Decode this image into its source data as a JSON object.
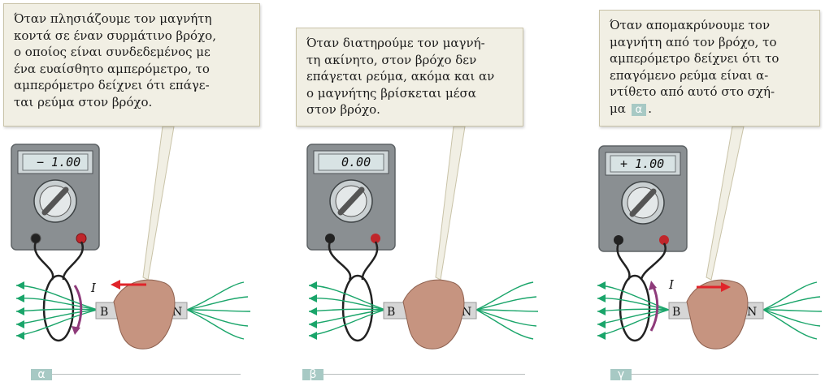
{
  "panels": [
    {
      "id": "a",
      "label": "α",
      "caption_lines": [
        "Όταν πλησιάζουμε τον μαγνήτη",
        "κοντά σε έναν συρμάτινο βρόχο,",
        "ο οποίος είναι συνδεδεμένος με",
        "ένα ευαίσθητο αμπερόμετρο, το",
        "αμπερόμετρο δείχνει ότι επάγε-",
        "ται ρεύμα στον βρόχο."
      ],
      "meter_reading": "− 1.00",
      "current_label": "I",
      "north_label": "N",
      "south_label": "B",
      "motion": "toward loop"
    },
    {
      "id": "b",
      "label": "β",
      "caption_lines": [
        "Όταν διατηρούμε τον μαγνή-",
        "τη ακίνητο, στον βρόχο δεν",
        "επάγεται ρεύμα, ακόμα και αν",
        "ο μαγνήτης βρίσκεται μέσα",
        "στον βρόχο."
      ],
      "meter_reading": "0.00",
      "north_label": "N",
      "south_label": "B",
      "motion": "stationary"
    },
    {
      "id": "c",
      "label": "γ",
      "caption_lines": [
        "Όταν απομακρύνουμε τον",
        "μαγνήτη από τον βρόχο, το",
        "αμπερόμετρο δείχνει ότι το",
        "επαγόμενο ρεύμα είναι α-",
        "ντίθετο από αυτό στο σχή-"
      ],
      "caption_last_prefix": "μα",
      "caption_last_ref": "α",
      "caption_last_suffix": ".",
      "meter_reading": "+ 1.00",
      "current_label": "I",
      "north_label": "N",
      "south_label": "B",
      "motion": "away from loop"
    }
  ],
  "colors": {
    "callout_bg": "#f1efe4",
    "meter_body": "#8a8f92",
    "field_lines": "#1aa56a",
    "arrow": "#e0242a",
    "current_arrow": "#8e3a7a",
    "hand": "#c69480",
    "magnet": "#d6d6d6",
    "tag": "#a7c9c4"
  }
}
